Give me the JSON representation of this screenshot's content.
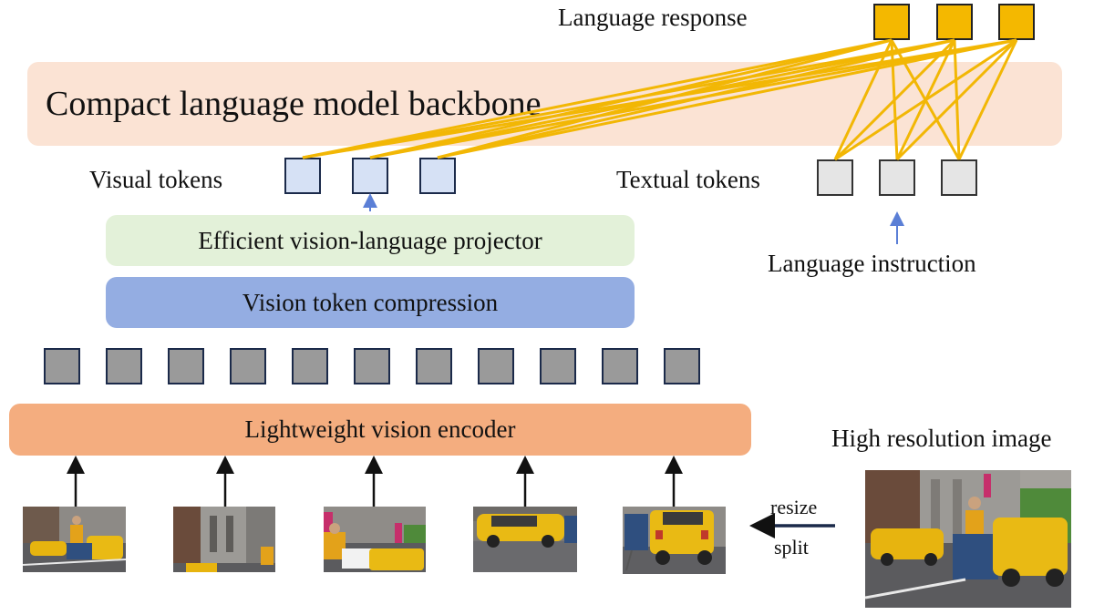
{
  "labels": {
    "language_response": "Language response",
    "visual_tokens": "Visual tokens",
    "textual_tokens": "Textual tokens",
    "language_instruction": "Language instruction",
    "high_resolution_image": "High resolution image",
    "resize": "resize",
    "split": "split"
  },
  "blocks": {
    "backbone": "Compact language model backbone",
    "projector": "Efficient vision-language projector",
    "compression": "Vision token compression",
    "encoder": "Lightweight vision encoder"
  },
  "colors": {
    "backbone": "#fbe3d4",
    "projector": "#e3f1d9",
    "compression": "#94ade2",
    "encoder": "#f4ad7f",
    "visual_token": "#d6e1f5",
    "textual_token": "#e5e5e5",
    "encoder_token": "#9a9a9a",
    "response_token": "#f4b800",
    "attention_lines": "#f2b705",
    "arrow_blue": "#5b7fd6"
  },
  "counts": {
    "response_tokens": 3,
    "visual_tokens": 3,
    "textual_tokens": 3,
    "encoder_tokens": 11,
    "image_crops": 5
  },
  "images": [
    {
      "name": "crop-1",
      "description": "street scene with taxi"
    },
    {
      "name": "crop-2",
      "description": "street scene with buildings"
    },
    {
      "name": "crop-3",
      "description": "street scene with taxi"
    },
    {
      "name": "crop-4",
      "description": "yellow taxi"
    },
    {
      "name": "crop-5",
      "description": "back of taxi"
    },
    {
      "name": "full-image",
      "description": "high resolution street scene with yellow taxi"
    }
  ]
}
